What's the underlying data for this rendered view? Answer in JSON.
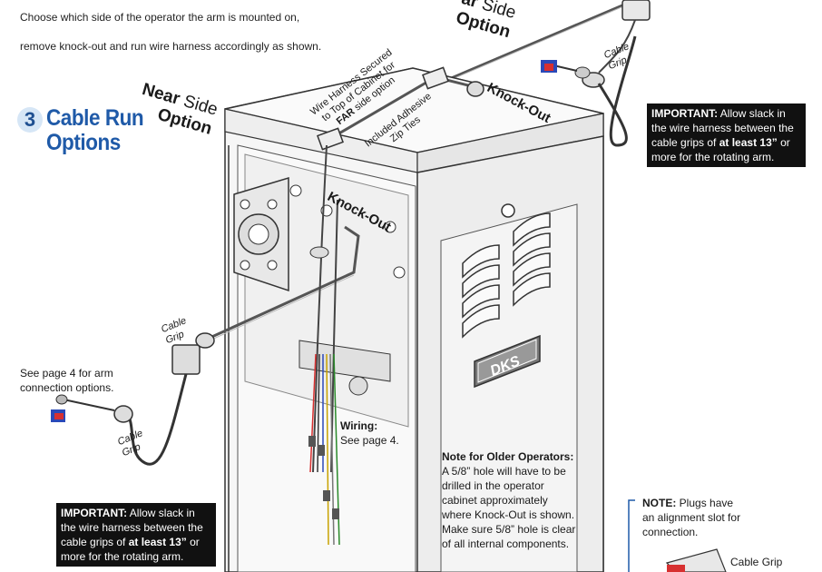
{
  "intro": {
    "line1": "Choose which side of the operator the arm is mounted on,",
    "line2": "remove knock-out and run wire harness accordingly as shown."
  },
  "step": {
    "number": "3",
    "title_line1": "Cable Run",
    "title_line2": "Options"
  },
  "near_side": {
    "word1": "Near",
    "word2": "Side",
    "word3": "Option"
  },
  "far_side": {
    "word1": "ar",
    "word2": "Side",
    "word3": "Option"
  },
  "labels": {
    "knockout_top": "Knock-Out",
    "knockout_side": "Knock-Out",
    "harness_line1": "Wire Harness Secured",
    "harness_line2": "to Top of Cabinet for",
    "harness_far": "FAR",
    "harness_line3": "side option",
    "zip_line1": "Included Adhesive",
    "zip_line2": "Zip Ties",
    "cable_grip_left_upper_1": "Cable",
    "cable_grip_left_upper_2": "Grip",
    "cable_grip_left_lower_1": "Cable",
    "cable_grip_left_lower_2": "Grip",
    "cable_grip_right_1": "Cable",
    "cable_grip_right_2": "Grip",
    "cable_grip_bottom": "Cable Grip",
    "logo": "DKS"
  },
  "important_right": {
    "lead": "IMPORTANT:",
    "text1": " Allow slack in the wire harness between the cable grips of ",
    "bold": "at least 13”",
    "text2": " or more for the rotating arm."
  },
  "important_left": {
    "lead": "IMPORTANT:",
    "text1": " Allow slack in the wire harness between the cable grips of ",
    "bold": "at least 13”",
    "text2": " or more for the rotating arm."
  },
  "see_page": "See page 4 for arm connection options.",
  "wiring": {
    "heading": "Wiring:",
    "text": "See page 4."
  },
  "note_older": {
    "heading": "Note for Older Operators:",
    "text": "A 5/8” hole will have to be drilled in the operator cabinet approximately where Knock-Out is shown. Make sure 5/8” hole is clear of all internal components."
  },
  "note_plugs": {
    "lead": "NOTE:",
    "text": " Plugs have an alignment slot for connection."
  }
}
